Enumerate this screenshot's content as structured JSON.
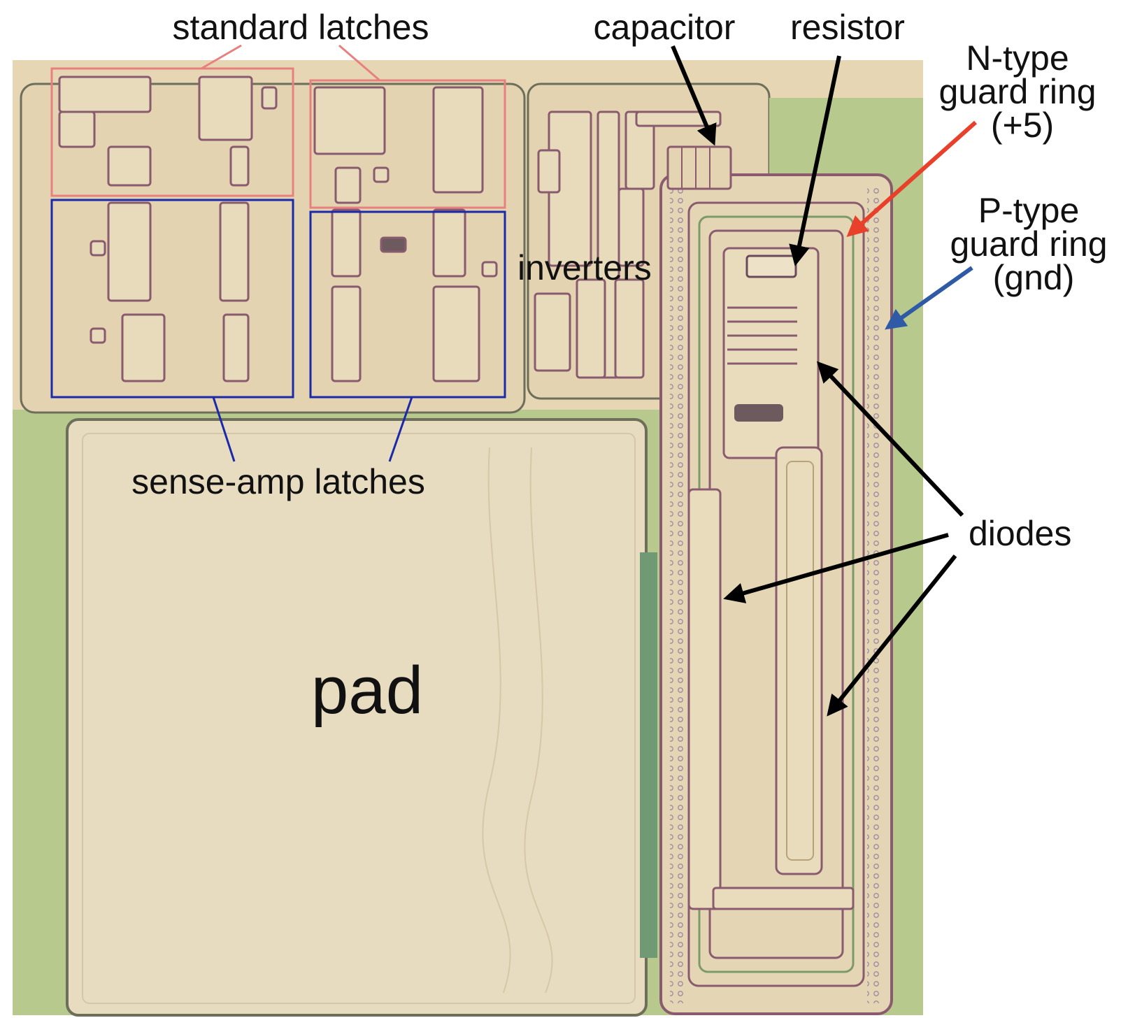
{
  "figure": {
    "labels": {
      "standard_latches": "standard latches",
      "capacitor": "capacitor",
      "resistor": "resistor",
      "n_type_guard_ring": [
        "N-type",
        "guard ring",
        "(+5)"
      ],
      "p_type_guard_ring": [
        "P-type",
        "guard ring",
        "(gnd)"
      ],
      "inverters": "inverters",
      "diodes": "diodes",
      "sense_amp_latches": "sense-amp latches",
      "pad": "pad"
    }
  },
  "colors": {
    "die_surface": "#e6d6b4",
    "substrate_green": "#b7c98d",
    "metal_edge": "#8a5b6f",
    "standard_latch_box": "#e88080",
    "sense_amp_box": "#1a2aa8",
    "n_ring_arrow": "#e8402a",
    "p_ring_arrow": "#2f5aa6",
    "callout_arrow": "#000000"
  }
}
